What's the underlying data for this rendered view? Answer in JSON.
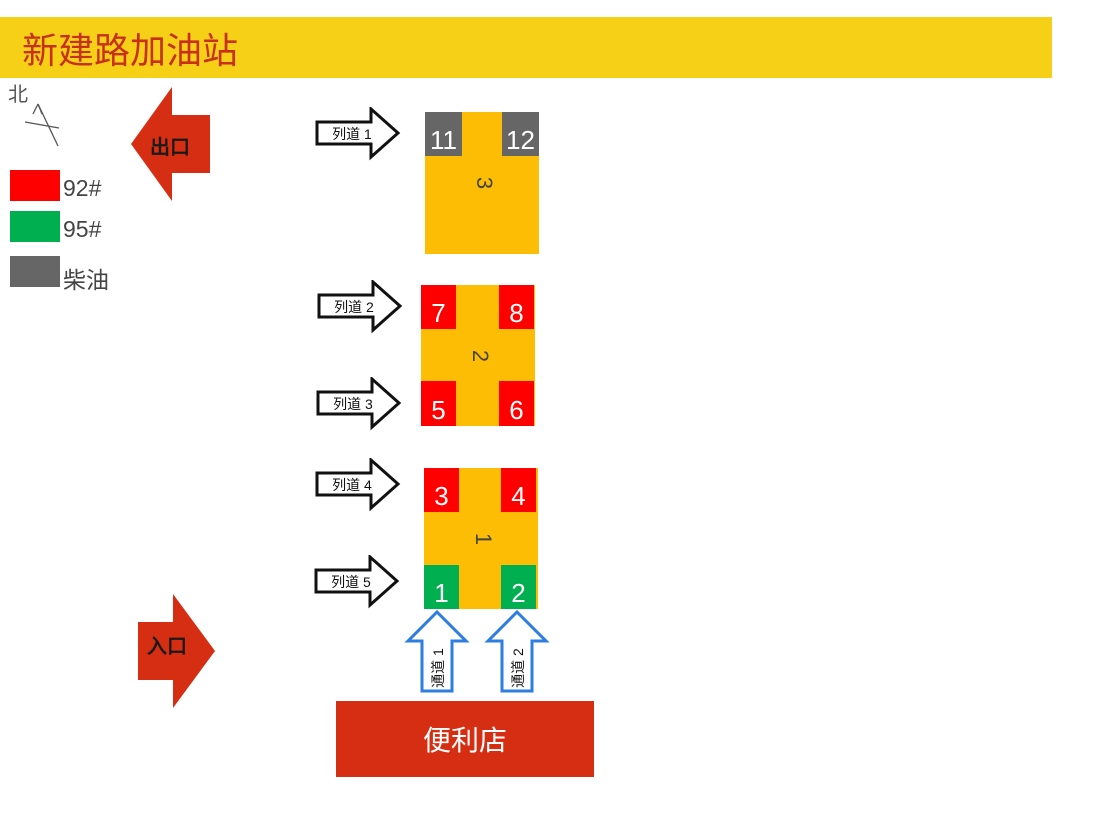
{
  "title": "新建路加油站",
  "compass": {
    "label": "北"
  },
  "legend": [
    {
      "label": "92#",
      "color": "#ff0000"
    },
    {
      "label": "95#",
      "color": "#00b050"
    },
    {
      "label": "柴油",
      "color": "#666666"
    }
  ],
  "exit_label": "出口",
  "entrance_label": "入口",
  "lanes": [
    "列道 1",
    "列道 2",
    "列道 3",
    "列道 4",
    "列道 5"
  ],
  "channels": [
    "通道 1",
    "通道 2"
  ],
  "islands": [
    {
      "label": "3",
      "pumps": [
        "11",
        "12"
      ]
    },
    {
      "label": "2",
      "pumps": [
        "7",
        "8",
        "5",
        "6"
      ]
    },
    {
      "label": "1",
      "pumps": [
        "3",
        "4",
        "1",
        "2"
      ]
    }
  ],
  "store_label": "便利店",
  "colors": {
    "fuel92": "#ff0000",
    "fuel95": "#00b050",
    "diesel": "#666666",
    "island": "#fdbd04",
    "banner": "#f5d017",
    "accent": "#d52e12",
    "channel_arrow": "#2e7de0"
  }
}
